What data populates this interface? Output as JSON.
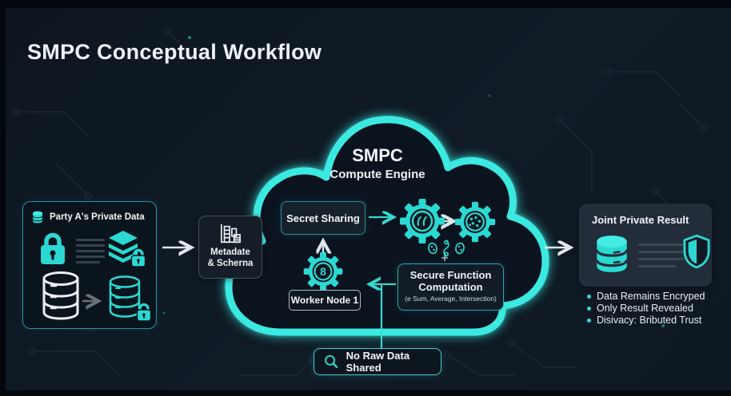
{
  "title": "SMPC Conceptual Workflow",
  "party_panel": {
    "title": "Party A's Private Data"
  },
  "metadata_box": {
    "line1": "Metadate",
    "line2": "& Scherna"
  },
  "cloud": {
    "title": "SMPC",
    "subtitle": "Compute Engine"
  },
  "secret_sharing": {
    "label": "Secret Sharing"
  },
  "worker_node": {
    "label": "Worker Node 1"
  },
  "secure_function": {
    "line1": "Secure Function",
    "line2": "Computation",
    "subtitle": "(e Sum, Average, Intersection)"
  },
  "no_raw_data": {
    "label": "No Raw Data Shared"
  },
  "result_panel": {
    "title": "Joint Private Result",
    "bullets": [
      "Data Remains Encryped",
      "Only Result Revealed",
      "Disivacy: Bributed Trust"
    ]
  },
  "colors": {
    "accent": "#38e0d8",
    "background": "#0f1a24",
    "panel": "#232e3a",
    "text": "#eef3f7"
  }
}
